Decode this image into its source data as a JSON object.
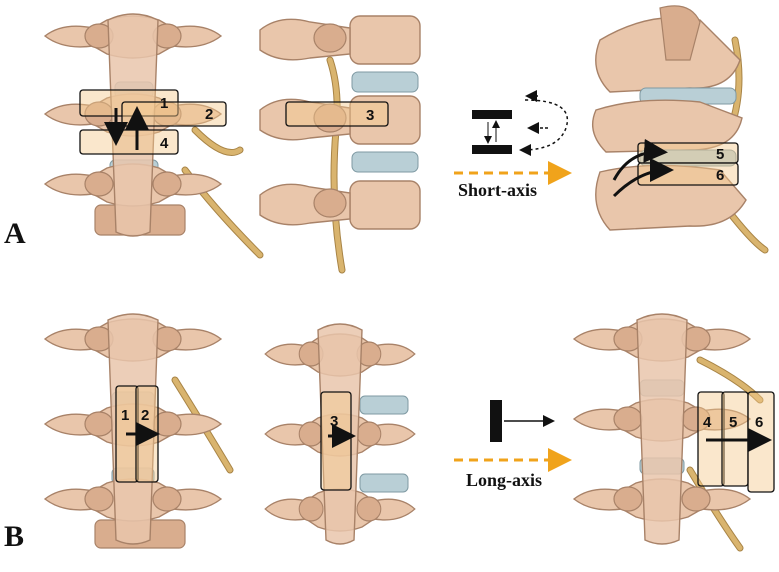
{
  "panels": [
    {
      "letter": "A",
      "axis_label": "Short-axis"
    },
    {
      "letter": "B",
      "axis_label": "Long-axis"
    }
  ],
  "panel_a": {
    "view1_boxes": [
      "1",
      "2",
      "4"
    ],
    "view2_boxes": [
      "3"
    ],
    "result_boxes": [
      "5",
      "6"
    ]
  },
  "panel_b": {
    "view1_boxes": [
      "1",
      "2"
    ],
    "view2_boxes": [
      "3"
    ],
    "result_boxes": [
      "4",
      "5",
      "6"
    ]
  },
  "colors": {
    "bone": "#e9c6ab",
    "disc": "#b9cfd6",
    "nerve": "#d9b46e",
    "roi_fill": "#f3c98f",
    "dashed_arrow": "#f0a31b"
  }
}
